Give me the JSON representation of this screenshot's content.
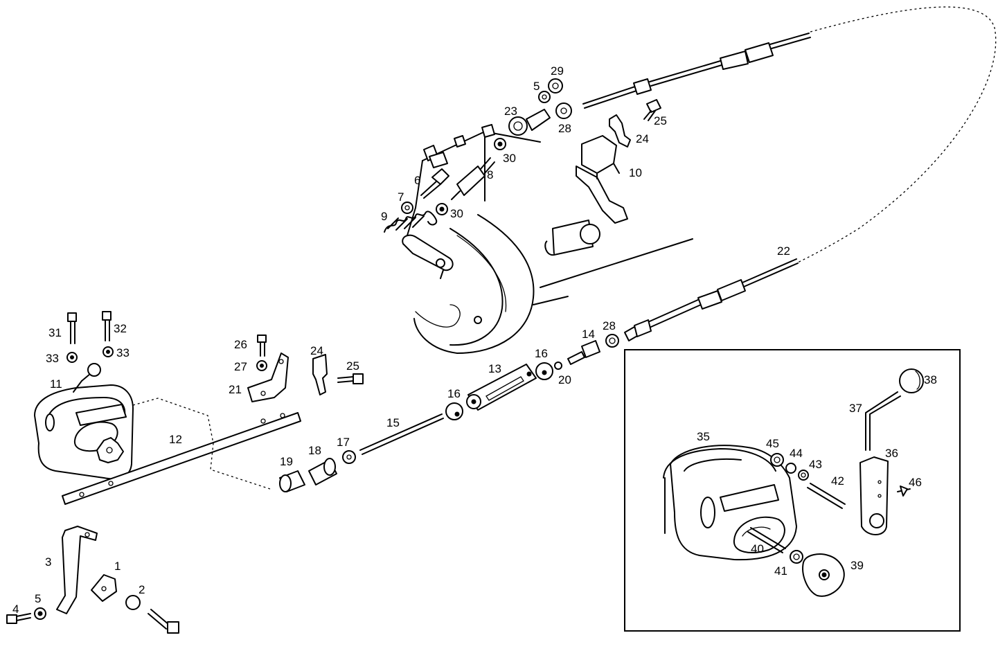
{
  "diagram": {
    "labels": {
      "p1": "1",
      "p2": "2",
      "p3": "3",
      "p4": "4",
      "p5": "5",
      "p5b": "5",
      "p6": "6",
      "p7": "7",
      "p8": "8",
      "p9": "9",
      "p10": "10",
      "p11": "11",
      "p12": "12",
      "p13": "13",
      "p14": "14",
      "p15": "15",
      "p16a": "16",
      "p16b": "16",
      "p17": "17",
      "p18": "18",
      "p19": "19",
      "p20": "20",
      "p21": "21",
      "p22": "22",
      "p23": "23",
      "p24a": "24",
      "p24b": "24",
      "p25a": "25",
      "p25b": "25",
      "p26": "26",
      "p27": "27",
      "p28a": "28",
      "p28b": "28",
      "p29": "29",
      "p30a": "30",
      "p30b": "30",
      "p31": "31",
      "p32": "32",
      "p33a": "33",
      "p33b": "33",
      "p35": "35",
      "p36": "36",
      "p37": "37",
      "p38": "38",
      "p39": "39",
      "p40": "40",
      "p41": "41",
      "p42": "42",
      "p43": "43",
      "p44": "44",
      "p45": "45",
      "p46": "46"
    }
  }
}
